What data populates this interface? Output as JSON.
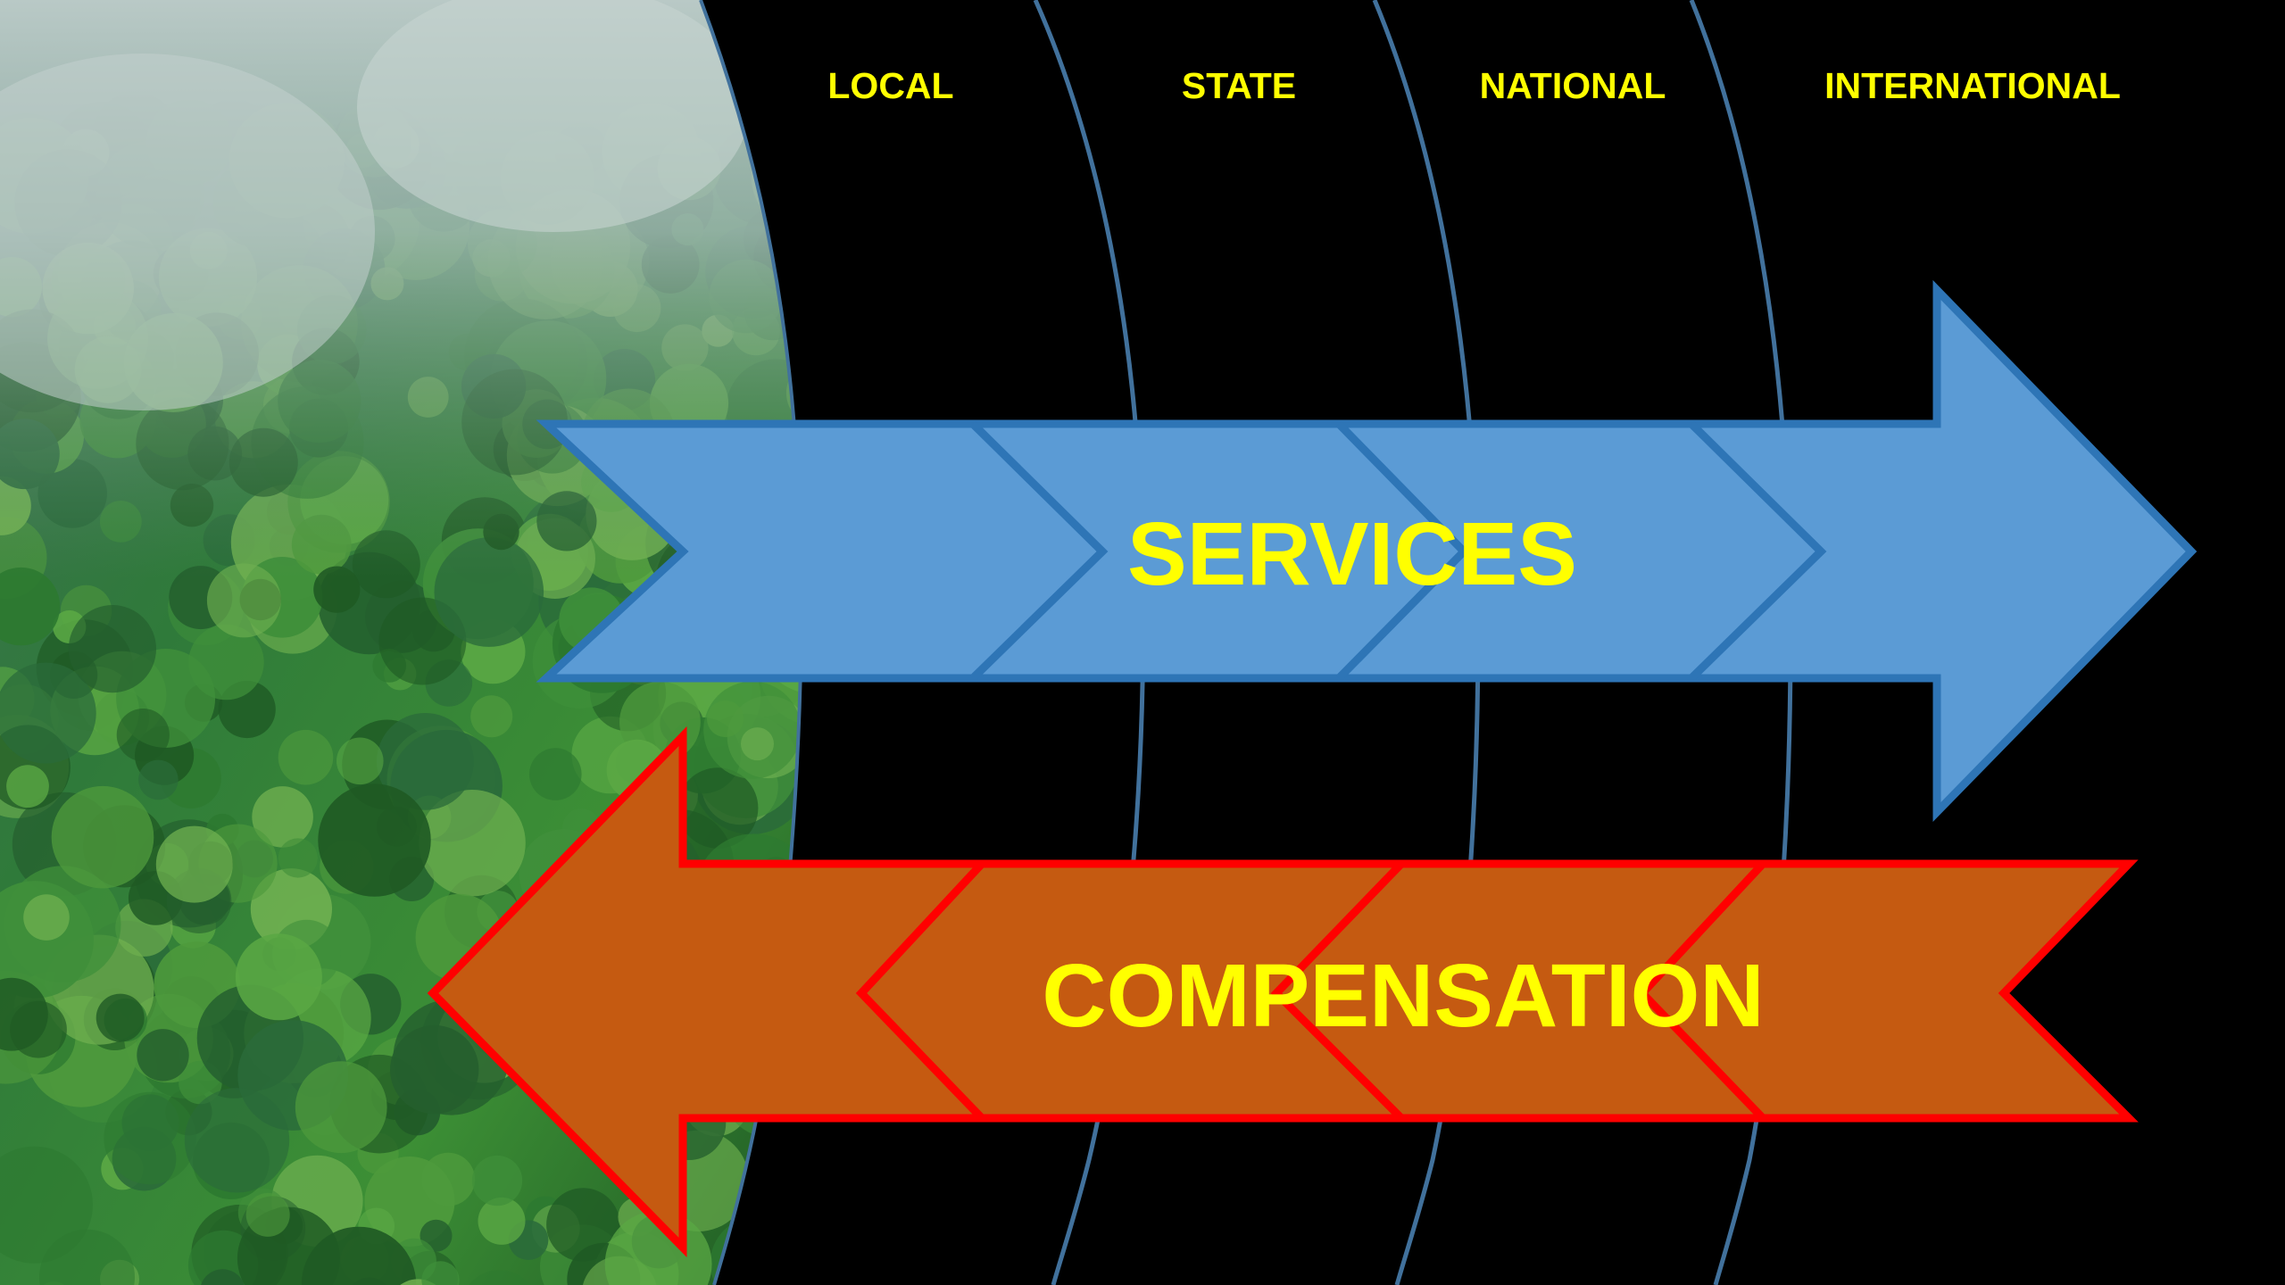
{
  "levels": [
    "LOCAL",
    "STATE",
    "NATIONAL",
    "INTERNATIONAL"
  ],
  "services": {
    "label": "SERVICES",
    "direction": "right",
    "fill_color": "#5b9bd5",
    "stroke_color": "#2e75b6"
  },
  "compensation": {
    "label": "COMPENSATION",
    "direction": "left",
    "fill_color": "#c55a11",
    "stroke_color": "#ff0000"
  },
  "colors": {
    "background": "#000000",
    "label_text": "#ffff00",
    "divider_lines": "#41719c",
    "forest_dark": "#1f5a24",
    "forest_light": "#4e9a3c",
    "mist": "#a9bfbd"
  },
  "background_image": "misty-forest-photo"
}
